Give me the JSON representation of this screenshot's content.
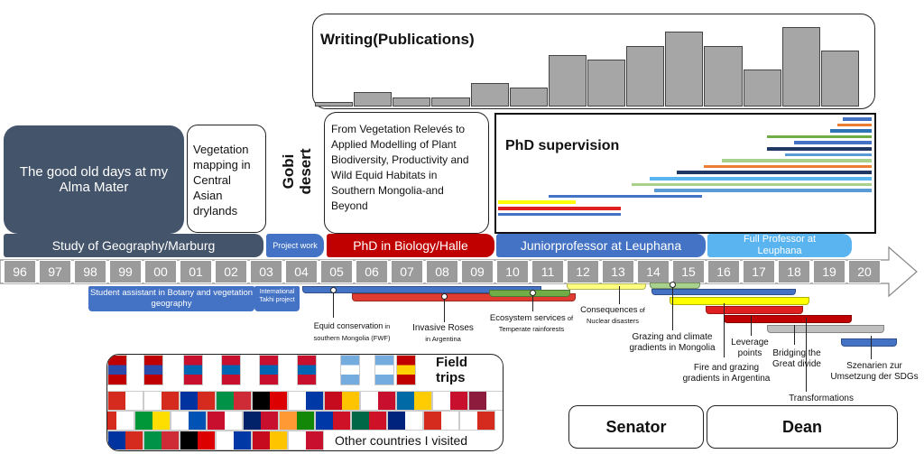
{
  "colors": {
    "dark_navy": "#44546a",
    "blue": "#4472c4",
    "red": "#c00000",
    "light_blue": "#5ab4ef",
    "gray": "#9b9b9b"
  },
  "publications": {
    "title": "Writing(Publications)",
    "values": [
      1,
      3,
      2,
      2,
      5,
      4,
      11,
      10,
      13,
      16,
      13,
      8,
      17,
      12
    ]
  },
  "alma": {
    "text": "The good old days at my Alma Mater"
  },
  "vegetation": {
    "text": "Vegetation mapping in Central Asian drylands"
  },
  "gobi": {
    "line1": "Gobi",
    "line2": "desert"
  },
  "phd_topic": {
    "text": "From Vegetation Relevés to Applied Modelling of Plant Biodiversity, Productivity and Wild Equid Habitats in Southern Mongolia-and Beyond"
  },
  "supervision": {
    "title": "PhD supervision"
  },
  "phases": {
    "geography": "Study of Geography/Marburg",
    "project": "Project work",
    "phd": "PhD in Biology/Halle",
    "junior": "Juniorprofessor at Leuphana",
    "full": "Full Professor at Leuphana"
  },
  "years": [
    "96",
    "97",
    "98",
    "99",
    "00",
    "01",
    "02",
    "03",
    "04",
    "05",
    "06",
    "07",
    "08",
    "09",
    "10",
    "11",
    "12",
    "13",
    "14",
    "15",
    "16",
    "17",
    "18",
    "19",
    "20"
  ],
  "below": {
    "student": "Student assistant in Botany and vegetation geography",
    "takhi": "International Takhi project"
  },
  "projects": {
    "equid": {
      "main": "Equid conservation",
      "small1": " in",
      "small2": "southern Mongolia (FWF)"
    },
    "roses": {
      "main": "Invasive Roses",
      "small": "in Argentina"
    },
    "ecosystem": {
      "main": "Ecosystem services",
      "small1": " of",
      "small2": "Temperate rainforests"
    },
    "nuclear": {
      "main": "Consequences",
      "small1": " of",
      "small2": "Nuclear disasters"
    },
    "grazing": "Grazing and climate gradients in Mongolia",
    "leverage": "Leverage points",
    "fire": "Fire and grazing gradients in Argentina",
    "bridging": "Bridging the Great divide",
    "szenarien": "Szenarien zur Umsetzung der SDGs",
    "transformations": "Transformations"
  },
  "field_trips": "Field trips",
  "other_countries": "Other countries I visited",
  "senator": "Senator",
  "dean": "Dean"
}
